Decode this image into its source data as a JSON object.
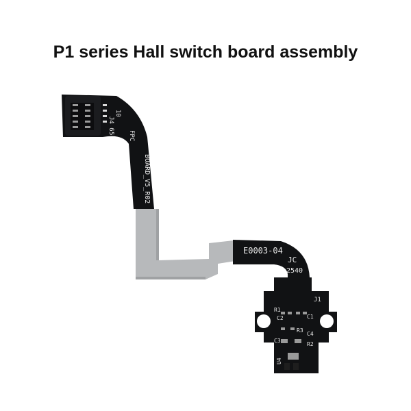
{
  "title": "P1 series Hall switch board assembly",
  "board_markings": {
    "connector_pins_top": "10",
    "connector_pins_mid": "J4 6",
    "connector_pins_bot": "5",
    "fpc": "FPC",
    "board_version": "BOARD_V5_R02",
    "part_number": "E0003-04",
    "date_code": "2540",
    "logo_mark": "JC",
    "j1": "J1",
    "c2": "C2",
    "r1": "R1",
    "c1": "C1",
    "r3": "R3",
    "c4": "C4",
    "r2": "R2",
    "u4": "U4",
    "c3": "C3"
  },
  "colors": {
    "pcb": "#111214",
    "flex_silver": "#b7b9bb",
    "silkscreen": "#e8e8e8",
    "pad": "#9a9a9a"
  }
}
